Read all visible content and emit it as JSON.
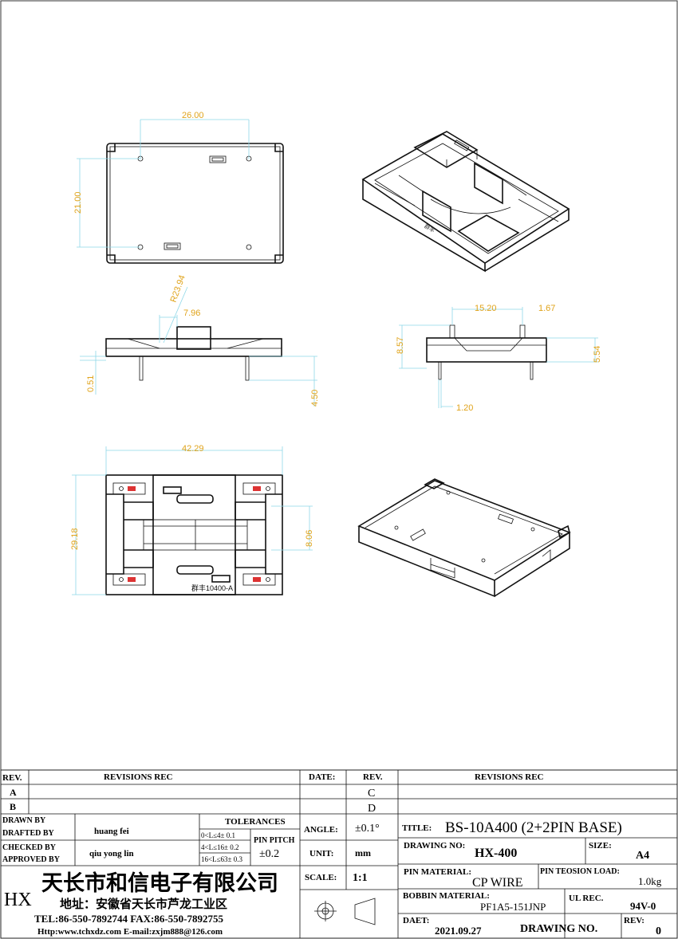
{
  "dimensions": {
    "top_width": "26.00",
    "top_height": "21.00",
    "radius": "R23.94",
    "notch_width": "7.96",
    "flange_thk": "0.51",
    "pin_len": "4.50",
    "pin_span": "15.20",
    "pin_w": "1.67",
    "side_height": "8.57",
    "side_body": "5.54",
    "pin_dia": "1.20",
    "bottom_width": "42.29",
    "bottom_height": "29.18",
    "slot_height": "8.06",
    "part_mark": "群丰10400-A"
  },
  "title_block": {
    "rev_label": "REV.",
    "revisions_rec": "REVISIONS  REC",
    "date_label": "DATE:",
    "rev_col": "REV.",
    "revisions_rec_right": "REVISIONS  REC",
    "rev_a": "A",
    "rev_b": "B",
    "rev_c": "C",
    "rev_d": "D",
    "drawn_by": "DRAWN BY",
    "drafted_by": "DRAFTED BY",
    "checked_by": "CHECKED  BY",
    "approved_by": "APPROVED BY",
    "drafter": "huang fei",
    "checker": "qiu yong lin",
    "tolerances": "TOLERANCES",
    "tol1": "0<L≤4± 0.1",
    "tol2": "4<L≤16± 0.2",
    "tol3": "16<L≤63± 0.3",
    "pin_pitch": "PIN PITCH",
    "pin_pitch_val": "±0.2",
    "angle_label": "ANGLE:",
    "angle_val": "±0.1°",
    "unit_label": "UNIT:",
    "unit_val": "mm",
    "scale_label": "SCALE:",
    "scale_val": "1:1",
    "title_label": "TITLE:",
    "title_val": "BS-10A400 (2+2PIN   BASE)",
    "drawing_no_label": "DRAWING  NO:",
    "drawing_no_val": "HX-400",
    "size_label": "SIZE:",
    "size_val": "A4",
    "pin_material_label": "PIN  MATERIAL:",
    "pin_material_val": "CP  WIRE",
    "tension_label": "PIN TEOSION LOAD:",
    "tension_val": "1.0kg",
    "bobbin_label": "BOBBIN  MATERIAL:",
    "bobbin_val": "PF1A5-151JNP",
    "ul_label": "UL  REC.",
    "ul_val": "94V-0",
    "date2_label": "DAET:",
    "date_val": "2021.09.27",
    "drawing_no2": "DRAWING   NO.",
    "rev2_label": "REV:",
    "rev2_val": "0",
    "logo": "HX",
    "company": "天长市和信电子有限公司",
    "address": "地址：安徽省天长市芦龙工业区",
    "tel": "TEL:86-550-7892744  FAX:86-550-7892755",
    "web": "Http:www.tchxdz.com   E-mail:zxjm888@126.com"
  }
}
